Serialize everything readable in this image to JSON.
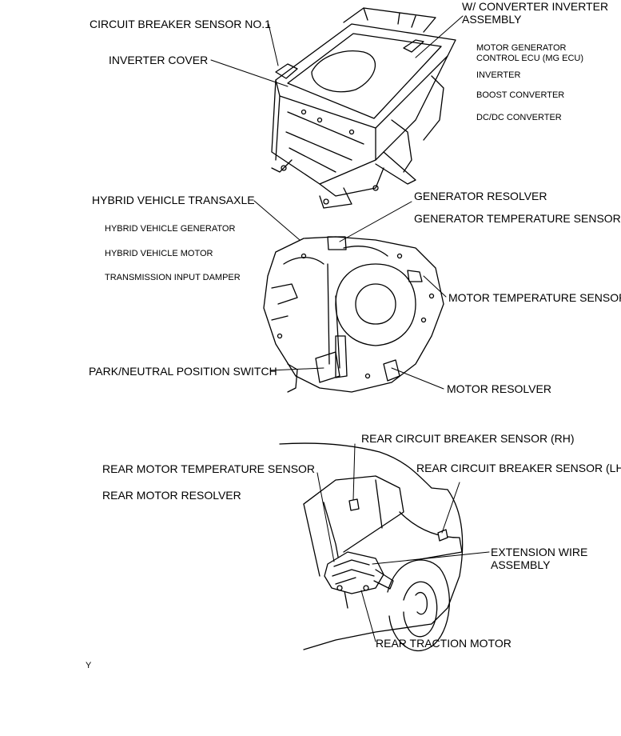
{
  "labels": {
    "circuit_breaker_sensor_no1": "CIRCUIT BREAKER SENSOR NO.1",
    "inverter_cover": "INVERTER COVER",
    "converter_inverter_assembly": "W/ CONVERTER INVERTER ASSEMBLY",
    "hybrid_vehicle_transaxle": "HYBRID VEHICLE TRANSAXLE",
    "generator_resolver": "GENERATOR RESOLVER",
    "generator_temperature_sensor": "GENERATOR TEMPERATURE SENSOR",
    "motor_temperature_sensor": "MOTOR TEMPERATURE SENSOR",
    "park_neutral_position_switch": "PARK/NEUTRAL POSITION SWITCH",
    "motor_resolver": "MOTOR RESOLVER",
    "rear_circuit_breaker_sensor_rh": "REAR CIRCUIT BREAKER SENSOR (RH)",
    "rear_motor_temperature_sensor": "REAR MOTOR TEMPERATURE SENSOR",
    "rear_circuit_breaker_sensor_lh": "REAR CIRCUIT BREAKER SENSOR (LH)",
    "rear_motor_resolver": "REAR MOTOR RESOLVER",
    "extension_wire_assembly": "EXTENSION WIRE ASSEMBLY",
    "rear_traction_motor": "REAR TRACTION MOTOR"
  },
  "inverter_components": [
    "MOTOR GENERATOR CONTROL ECU (MG ECU)",
    "INVERTER",
    "BOOST CONVERTER",
    "DC/DC CONVERTER"
  ],
  "transaxle_components": [
    "HYBRID VEHICLE GENERATOR",
    "HYBRID VEHICLE MOTOR",
    "TRANSMISSION INPUT DAMPER"
  ],
  "footer_mark": "Y"
}
